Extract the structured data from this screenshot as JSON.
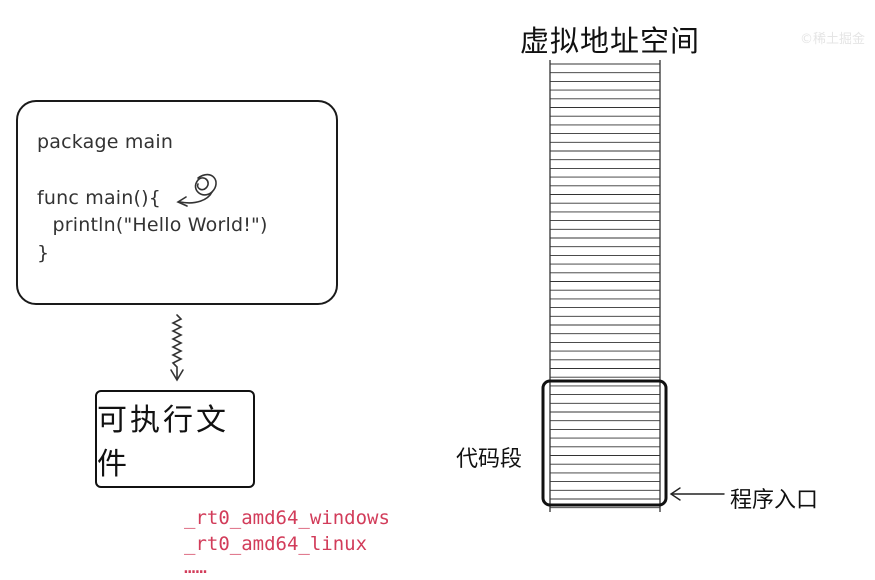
{
  "source_code": {
    "lines": [
      "package main",
      "func main(){",
      "  println(\"Hello World!\")",
      "}"
    ]
  },
  "executable": {
    "label": "可执行文件"
  },
  "entry_symbols": [
    "_rt0_amd64_windows",
    "_rt0_amd64_linux",
    "……"
  ],
  "address_space": {
    "title": "虚拟地址空间",
    "code_segment_label": "代码段",
    "entry_label": "程序入口"
  },
  "watermark": "©稀土掘金",
  "colors": {
    "symbol_text": "#d23c5a",
    "outline": "#111111"
  }
}
